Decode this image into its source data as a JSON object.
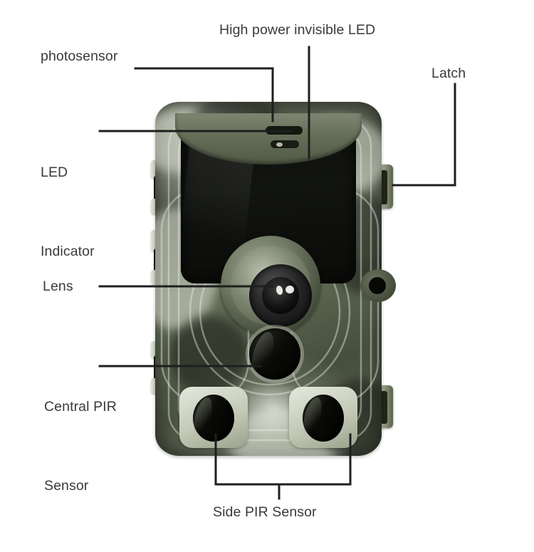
{
  "diagram": {
    "title": "Trail camera labeled parts diagram",
    "background_color": "#ffffff",
    "label_color": "#3a3a3a",
    "leader_line_color": "#1f1f1f"
  },
  "labels": {
    "photosensor": "photosensor",
    "high_power_invisible_led": "High power invisible LED",
    "latch": "Latch",
    "led_indicator_line1": "LED",
    "led_indicator_line2": "Indicator",
    "lens": "Lens",
    "central_pir_line1": "Central PIR",
    "central_pir_line2": "Sensor",
    "side_pir_sensor": "Side PIR Sensor"
  },
  "device": {
    "name": "camouflage-trail-camera",
    "body_color": "#4f5744",
    "camo_light": "#dee4d6",
    "camo_dark": "#1a1e16",
    "window_color": "#0c0d0b",
    "parts": [
      "photosensor",
      "led-indicator",
      "high-power-invisible-led-window",
      "lens",
      "central-pir-sensor",
      "side-pir-sensor-left",
      "side-pir-sensor-right",
      "latch-top",
      "latch-bottom",
      "hinge",
      "mount-hole"
    ]
  }
}
